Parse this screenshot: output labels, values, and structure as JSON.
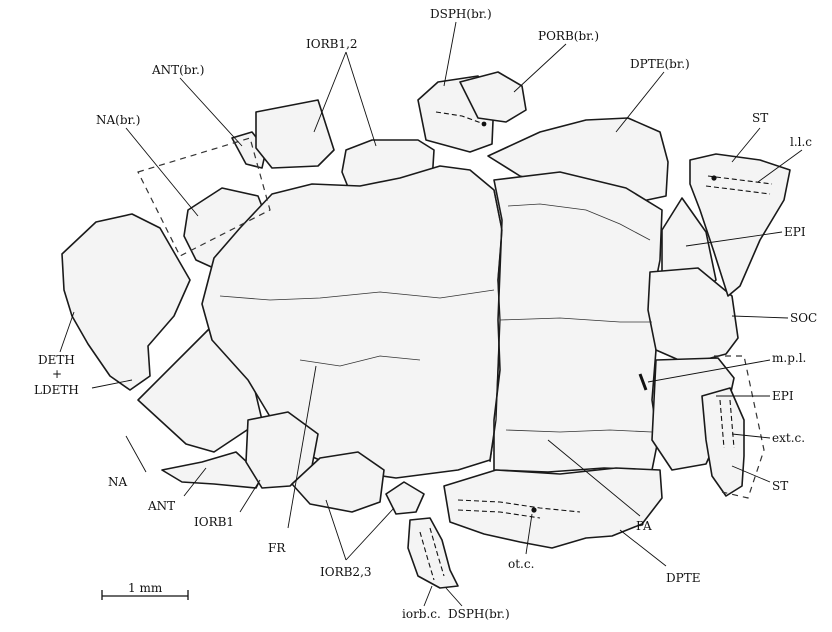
{
  "labels": {
    "dsph_br_top": "DSPH(br.)",
    "porb_br": "PORB(br.)",
    "iorb12": "IORB1,2",
    "ant_br": "ANT(br.)",
    "dpte_br": "DPTE(br.)",
    "st_top": "ST",
    "na_br": "NA(br.)",
    "llc": "l.l.c",
    "epi_top": "EPI",
    "soc": "SOC",
    "deth": "DETH",
    "plus": "+",
    "ldeth": "LDETH",
    "mpl": "m.p.l.",
    "epi_bottom": "EPI",
    "extc": "ext.c.",
    "st_bottom": "ST",
    "na": "NA",
    "ant": "ANT",
    "iorb1": "IORB1",
    "fr": "FR",
    "iorb23": "IORB2,3",
    "pa": "PA",
    "otc": "ot.c.",
    "dpte": "DPTE",
    "iorbc": "iorb.c.",
    "dsph_br_bottom": "DSPH(br.)",
    "scale": "1 mm"
  },
  "colors": {
    "bone_fill": "#f4f4f4",
    "outline": "#1a1a1a"
  }
}
